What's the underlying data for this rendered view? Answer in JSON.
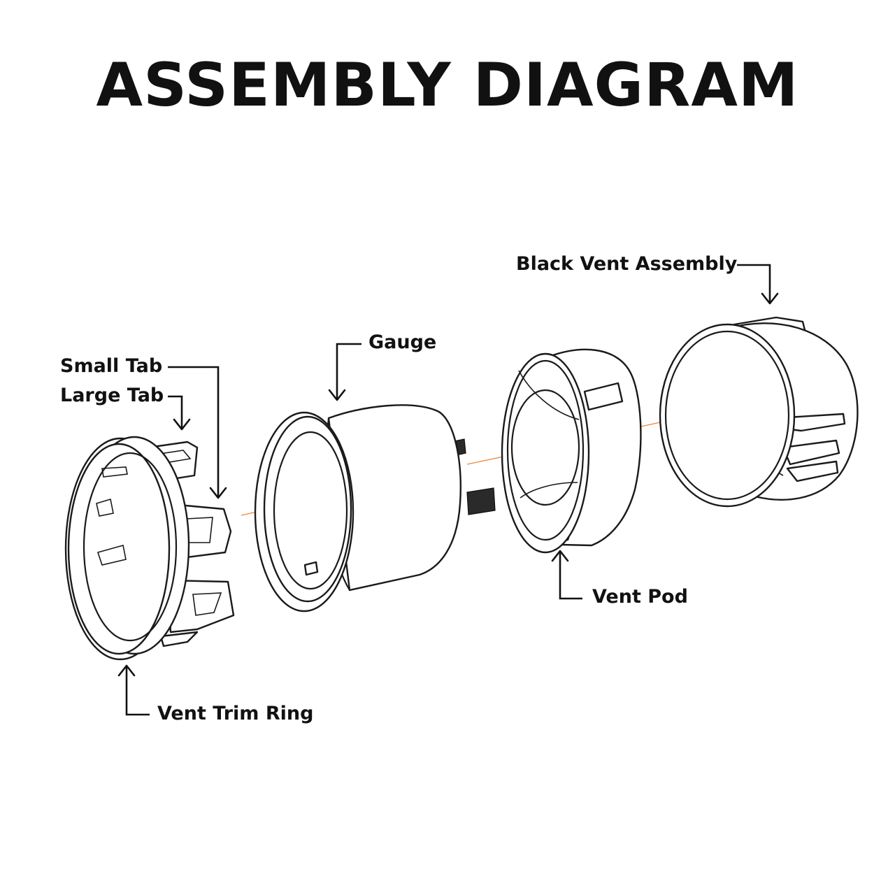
{
  "title": "ASSEMBLY DIAGRAM",
  "labels": {
    "small_tab": "Small Tab",
    "large_tab": "Large Tab",
    "gauge": "Gauge",
    "vent_pod": "Vent Pod",
    "black_vent_assembly": "Black Vent Assembly",
    "vent_trim_ring": "Vent Trim Ring"
  },
  "colors": {
    "line_art": "#1a1a1a",
    "alignment_axis": "#f0883a",
    "background": "#ffffff"
  }
}
